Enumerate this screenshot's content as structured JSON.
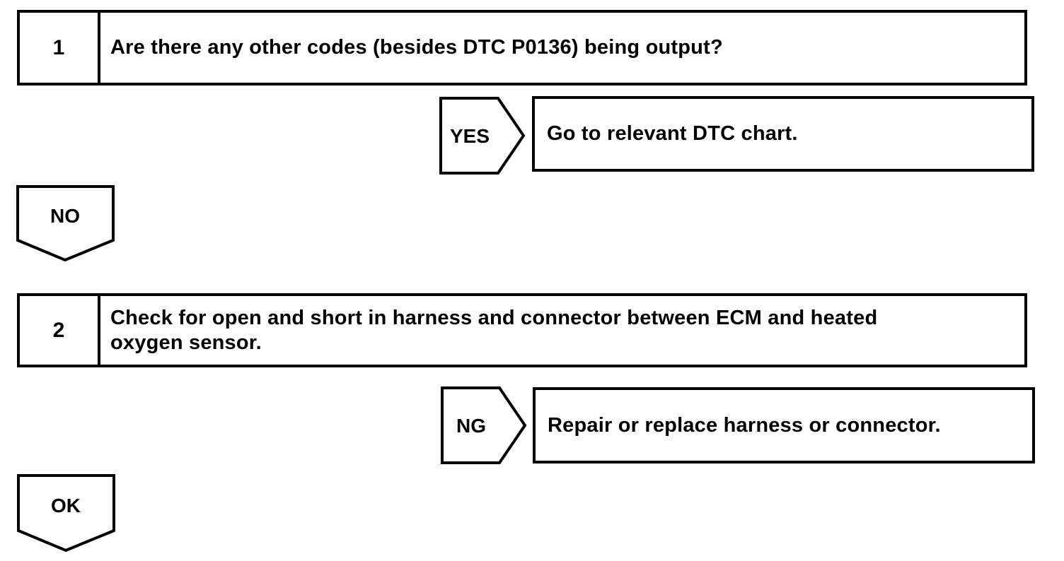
{
  "page": {
    "background_color": "#ffffff",
    "ink_color": "#000000",
    "kind": "diagnostic-troubleshooting-flowchart"
  },
  "flowchart": {
    "steps": [
      {
        "number": "1",
        "text": "Are there any other codes (besides DTC P0136) being output?"
      },
      {
        "number": "2",
        "text": "Check for open and short in harness and connector between ECM and heated\noxygen sensor."
      }
    ],
    "branches": [
      {
        "label": "YES",
        "result": "Go to relevant DTC chart."
      },
      {
        "label": "NG",
        "result": "Repair or replace harness or connector."
      }
    ],
    "continues": [
      {
        "label": "NO"
      },
      {
        "label": "OK"
      }
    ]
  }
}
